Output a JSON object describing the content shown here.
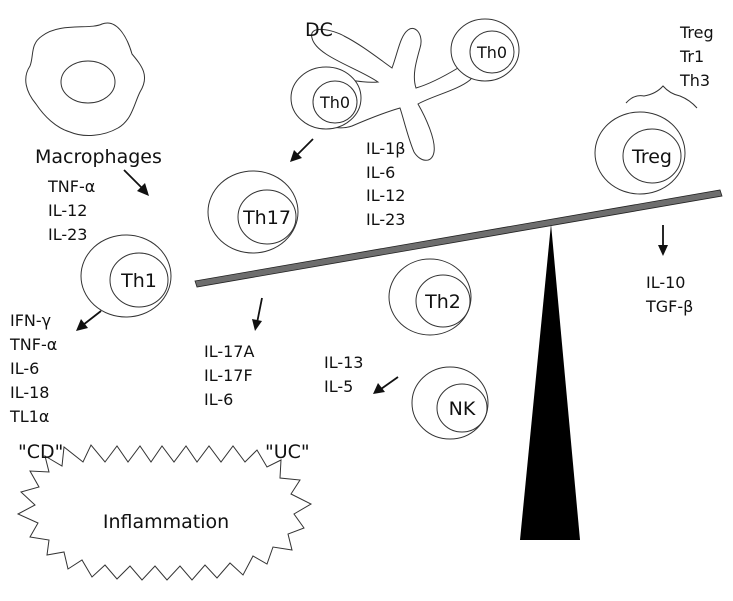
{
  "labels": {
    "dc": "DC",
    "th0_a": "Th0",
    "th0_b": "Th0",
    "macrophages": "Macrophages",
    "th17": "Th17",
    "th1": "Th1",
    "th2": "Th2",
    "nk": "NK",
    "treg": "Treg",
    "cd": "\"CD\"",
    "uc": "\"UC\"",
    "inflammation": "Inflammation"
  },
  "cytokines": {
    "macrophage": [
      "TNF-α",
      "IL-12",
      "IL-23"
    ],
    "dc": [
      "IL-1β",
      "IL-6",
      "IL-12",
      "IL-23"
    ],
    "th1": [
      "IFN-γ",
      "TNF-α",
      "IL-6",
      "IL-18",
      "TL1α"
    ],
    "th17": [
      "IL-17A",
      "IL-17F",
      "IL-6"
    ],
    "nk": [
      "IL-13",
      "IL-5"
    ],
    "treg_output": [
      "IL-10",
      "TGF-β"
    ],
    "treg_subsets": [
      "Treg",
      "Tr1",
      "Th3"
    ]
  },
  "colors": {
    "beam": "#6e6e6e",
    "fulcrum": "#000000",
    "outline": "#333333",
    "text": "#111111"
  }
}
